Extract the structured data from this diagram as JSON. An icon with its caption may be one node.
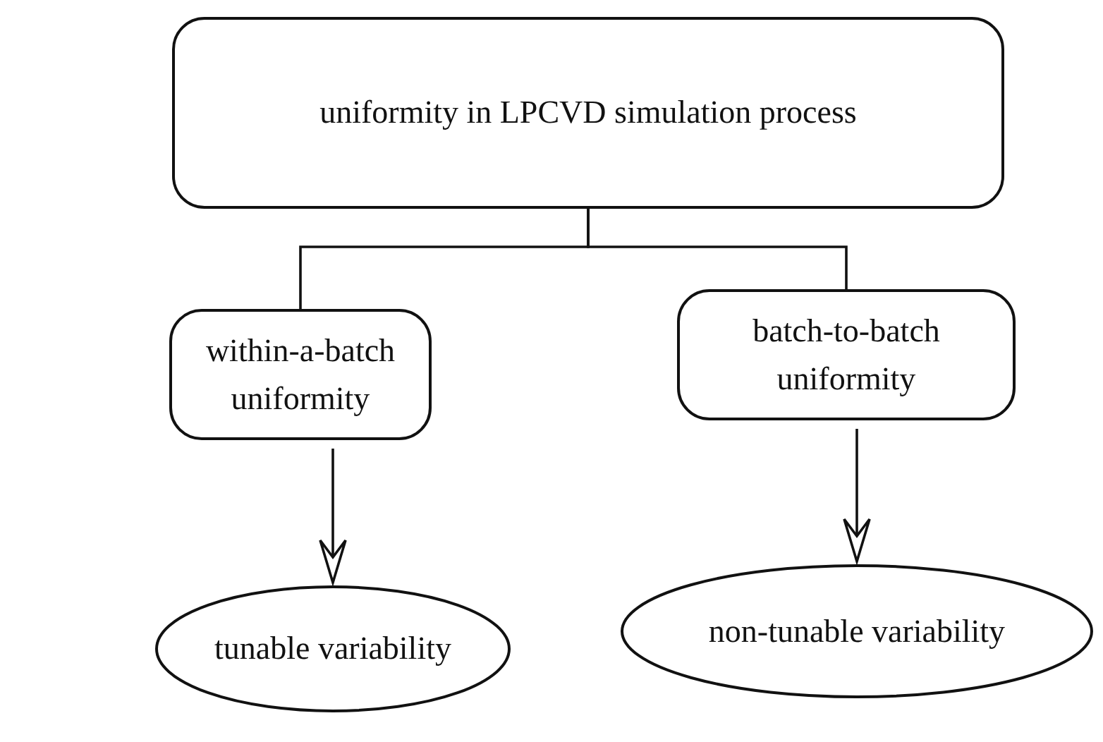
{
  "diagram": {
    "nodes": [
      {
        "text": [
          "uniformity in LPCVD simulation process"
        ]
      },
      {
        "text": [
          "within-a-batch uniformity"
        ]
      },
      {
        "text": [
          "batch-to-batch uniformity"
        ]
      },
      {
        "text": [
          "tunable variability"
        ]
      },
      {
        "text": [
          "non-tunable variability"
        ]
      }
    ],
    "edges": [
      {
        "from": 0,
        "to": 1,
        "arrow": "none"
      },
      {
        "from": 0,
        "to": 2,
        "arrow": "none"
      },
      {
        "from": 1,
        "to": 3,
        "arrow": "to"
      },
      {
        "from": 2,
        "to": 4,
        "arrow": "to"
      }
    ]
  }
}
